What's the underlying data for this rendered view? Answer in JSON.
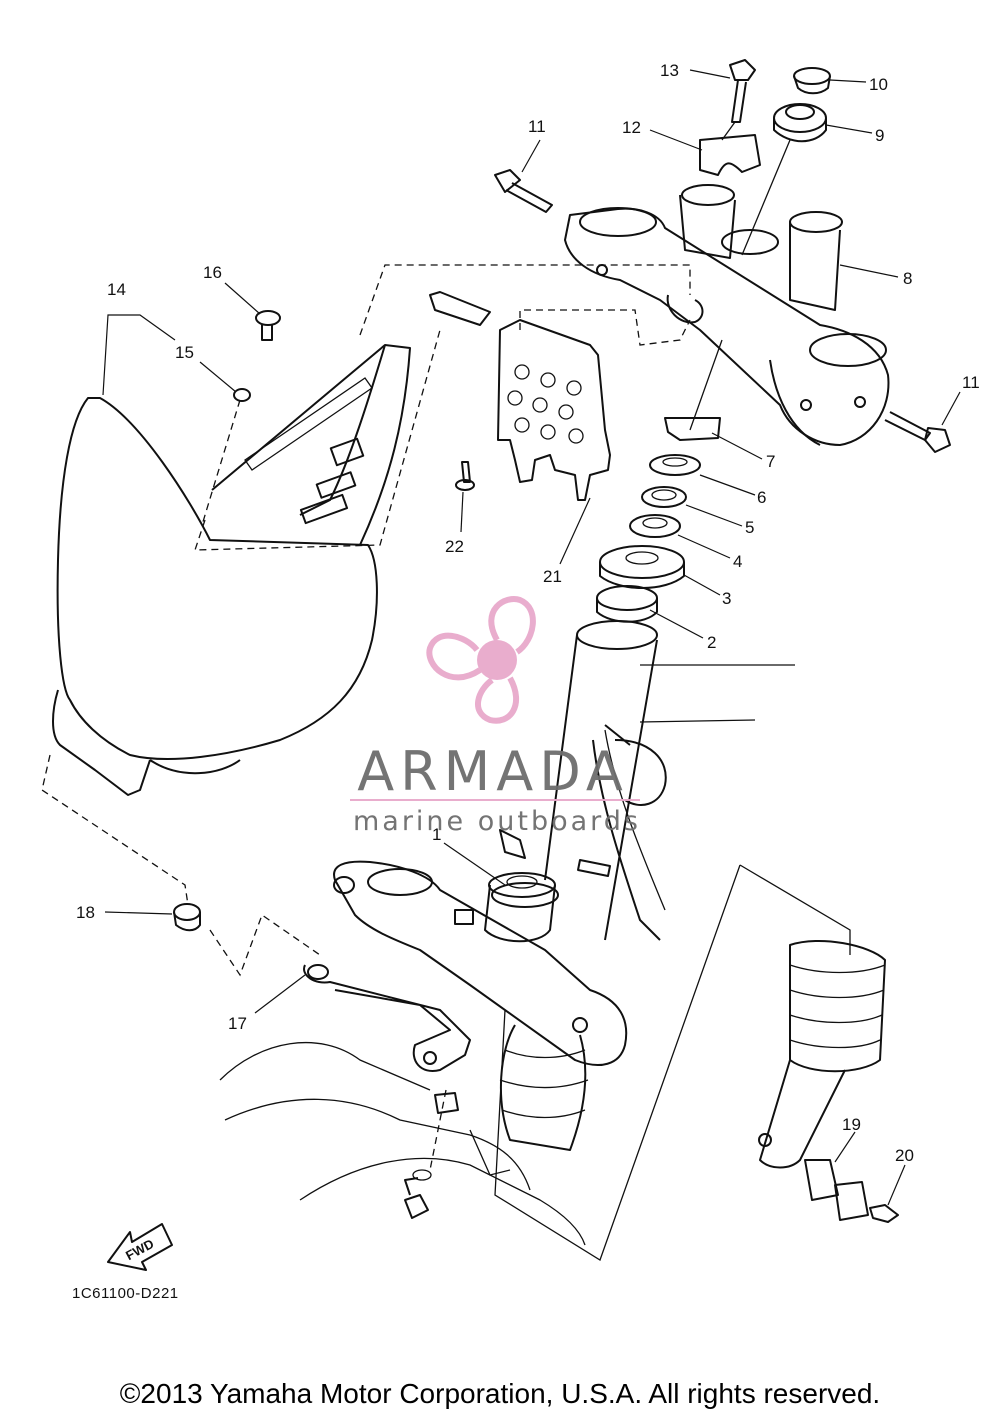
{
  "callouts": [
    {
      "num": "1"
    },
    {
      "num": "2"
    },
    {
      "num": "3"
    },
    {
      "num": "4"
    },
    {
      "num": "5"
    },
    {
      "num": "6"
    },
    {
      "num": "7"
    },
    {
      "num": "8"
    },
    {
      "num": "9"
    },
    {
      "num": "10"
    },
    {
      "num": "11"
    },
    {
      "num": "11"
    },
    {
      "num": "12"
    },
    {
      "num": "13"
    },
    {
      "num": "14"
    },
    {
      "num": "15"
    },
    {
      "num": "16"
    },
    {
      "num": "17"
    },
    {
      "num": "18"
    },
    {
      "num": "19"
    },
    {
      "num": "20"
    },
    {
      "num": "21"
    },
    {
      "num": "22"
    }
  ],
  "diagram_code": "1C61100-D221",
  "fwd_label": "FWD",
  "watermark": {
    "brand": "ARMADA",
    "tagline": "marine outboards",
    "brand_color": "#6d6d6d",
    "accent_color": "#e8a9cb"
  },
  "copyright": "©2013 Yamaha Motor Corporation, U.S.A. All rights reserved."
}
